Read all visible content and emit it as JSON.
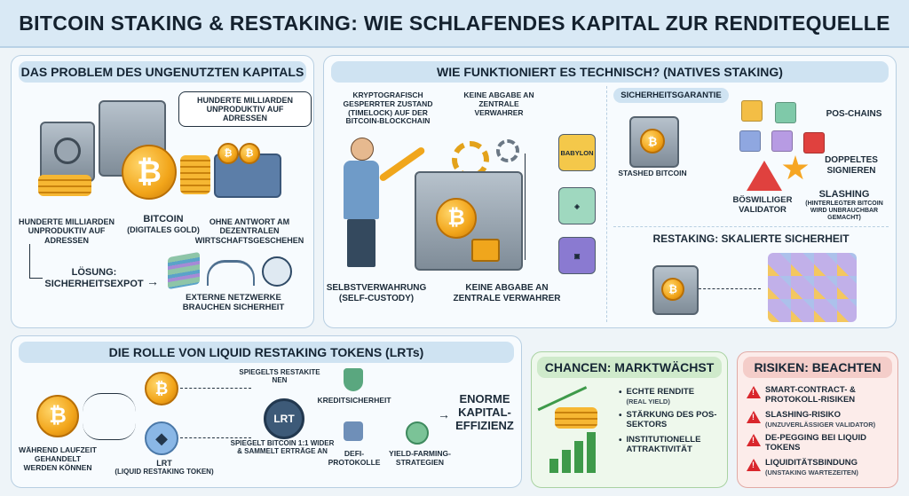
{
  "title": "BITCOIN STAKING & RESTAKING: WIE SCHLAFENDES KAPITAL ZUR RENDITEQUELLE WIRD",
  "problem": {
    "heading": "DAS PROBLEM DES UNGENUTZTEN KAPITALS",
    "bubble": "HUNDERTE MILLIARDEN UNPRODUKTIV AUF ADRESSEN",
    "coin_symbol": "₿",
    "caption_left": "HUNDERTE MILLIARDEN UNPRODUKTIV AUF ADRESSEN",
    "caption_center_title": "BITCOIN",
    "caption_center_sub": "(DIGITALES GOLD)",
    "caption_right": "OHNE ANTWORT AM DEZENTRALEN WIRTSCHAFTSGESCHEHEN",
    "solution": "LÖSUNG: SICHERHEITSEXPOT",
    "external": "EXTERNE NETZWERKE BRAUCHEN SICHERHEIT"
  },
  "tech": {
    "heading": "WIE FUNKTIONIERT ES TECHNISCH? (NATIVES STAKING)",
    "timelock": "KRYPTOGRAFISCH GESPERRTER ZUSTAND (TIMELOCK) AUF DER BITCOIN-BLOCKCHAIN",
    "no_custody_top": "KEINE ABGABE AN ZENTRALE VERWAHRER",
    "self_custody": "SELBSTVERWAHRUNG (SELF-CUSTODY)",
    "no_custody_bottom": "KEINE ABGABE AN ZENTRALE VERWAHRER",
    "protocol_babylon": "BABYLON",
    "guarantee": {
      "heading": "SICHERHEITSGARANTIE",
      "stashed": "STASHED BITCOIN",
      "pos_chains": "POS-CHAINS",
      "double_sign": "DOPPELTES SIGNIEREN",
      "malicious": "BÖSWILLIGER VALIDATOR",
      "slashing_title": "SLASHING",
      "slashing_sub": "(HINTERLEGTER BITCOIN WIRD UNBRAUCHBAR GEMACHT)"
    },
    "restaking": {
      "heading": "RESTAKING: SKALIERTE SICHERHEIT"
    }
  },
  "lrt": {
    "heading": "DIE ROLLE VON LIQUID RESTAKING TOKENS (LRTs)",
    "traded": "WÄHREND LAUFZEIT GEHANDELT WERDEN KÖNNEN",
    "lrt_title": "LRT",
    "lrt_sub": "(LIQUID RESTAKING TOKEN)",
    "mirror_top": "SPIEGELTS RESTAKITE NEN",
    "mirror_bottom": "SPIEGELT BITCOIN 1:1 WIDER & SAMMELT ERTRÄGE AN",
    "lrt_token": "LRT",
    "credit": "KREDITSICHERHEIT",
    "defi": "DEFI-PROTOKOLLE",
    "yield": "YIELD-FARMING-STRATEGIEN",
    "efficiency": "ENORME KAPITAL-EFFIZIENZ"
  },
  "chances": {
    "heading": "CHANCEN: MARKTWÄCHST",
    "items": [
      {
        "title": "ECHTE RENDITE",
        "sub": "(REAL YIELD)"
      },
      {
        "title": "STÄRKUNG DES POS-SEKTORS",
        "sub": ""
      },
      {
        "title": "INSTITUTIONELLE ATTRAKTIVITÄT",
        "sub": ""
      }
    ]
  },
  "risks": {
    "heading": "RISIKEN: BEACHTEN",
    "items": [
      {
        "title": "SMART-CONTRACT- & PROTOKOLL-RISIKEN",
        "sub": ""
      },
      {
        "title": "SLASHING-RISIKO",
        "sub": "(UNZUVERLÄSSIGER VALIDATOR)"
      },
      {
        "title": "DE-PEGGING BEI LIQUID TOKENS",
        "sub": ""
      },
      {
        "title": "LIQUIDITÄTSBINDUNG",
        "sub": "(UNSTAKING WARTEZEITEN)"
      }
    ]
  },
  "colors": {
    "accent_blue": "#cfe3f2",
    "chances_green": "#d7efd4",
    "risks_red": "#f6d3d0",
    "bitcoin_orange": "#f2a51a"
  }
}
